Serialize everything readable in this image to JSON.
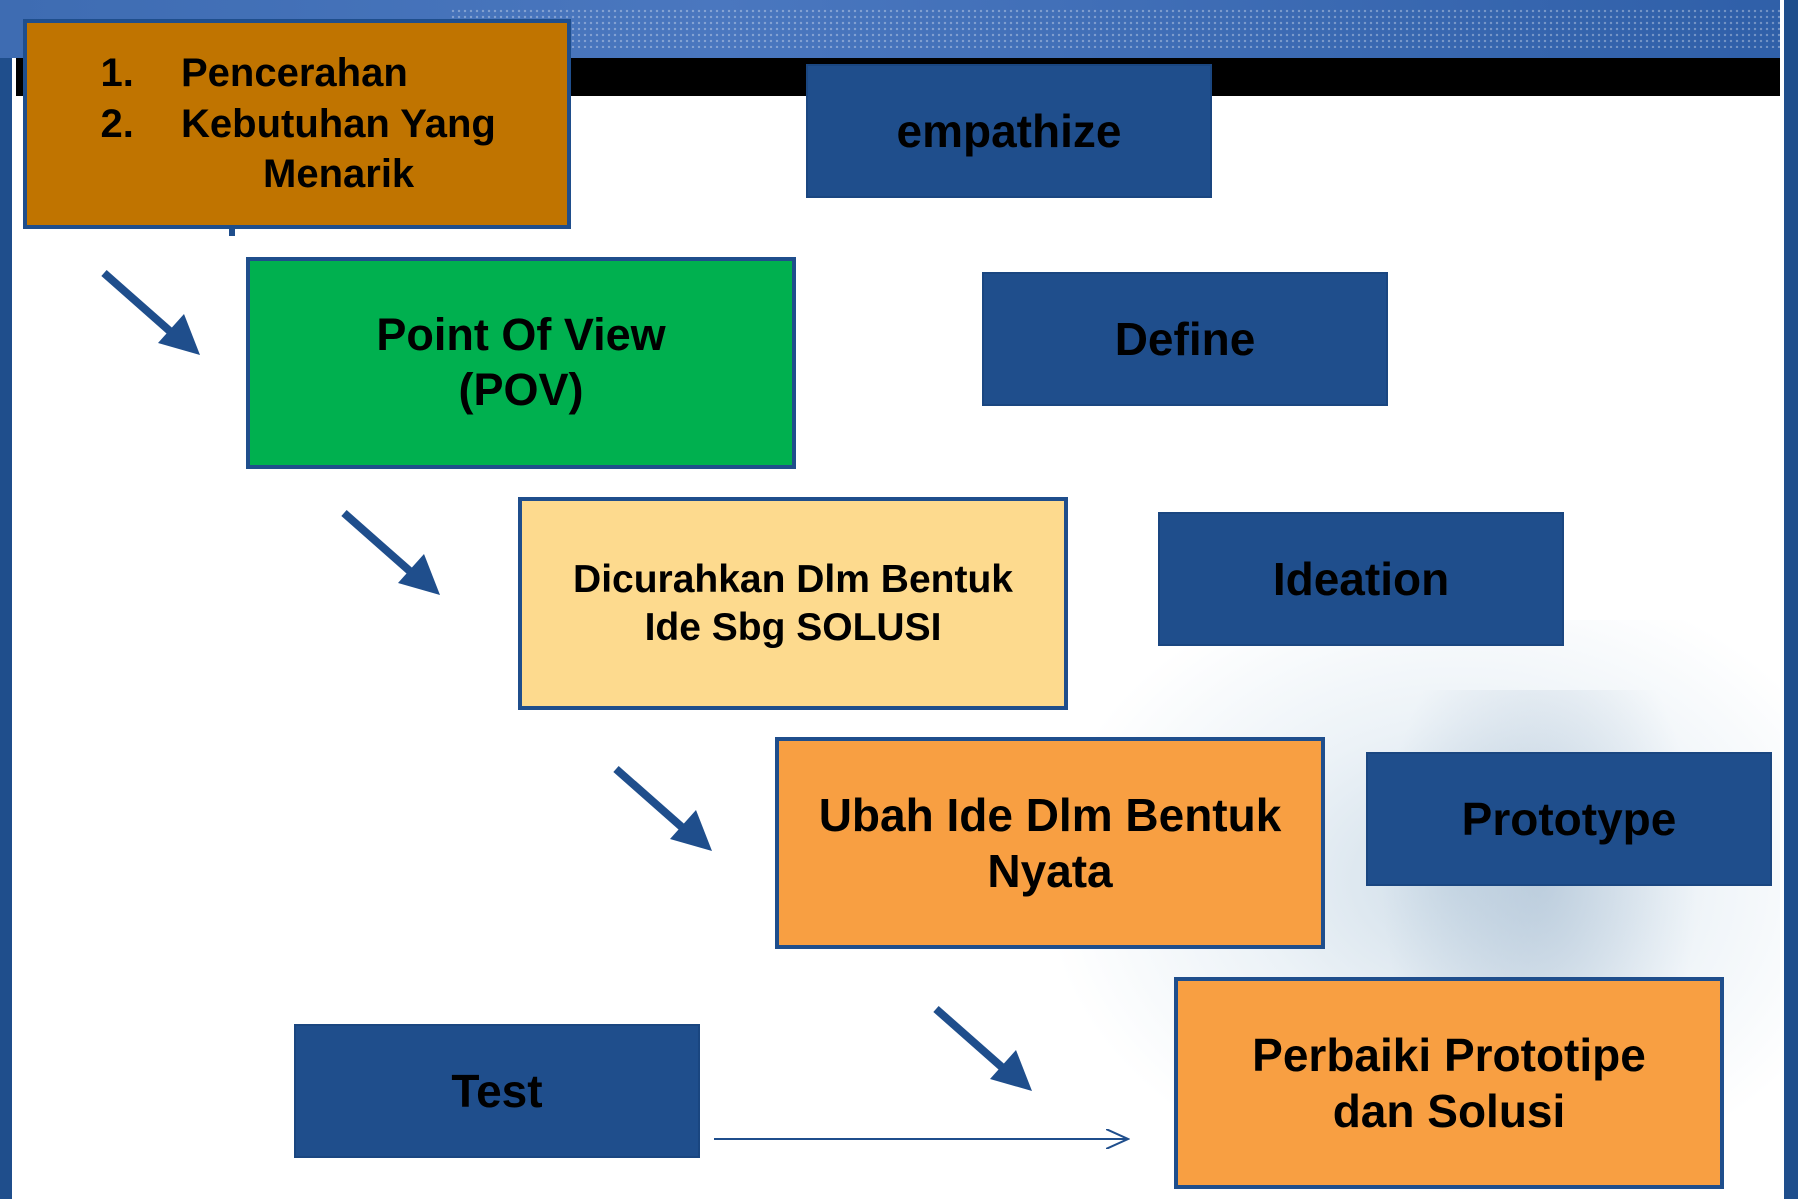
{
  "intro_box": {
    "items": [
      {
        "label": "Pencerahan"
      },
      {
        "label_line1": "Kebutuhan Yang",
        "label_line2": "Menarik"
      }
    ]
  },
  "process_boxes": {
    "pov": {
      "line1": "Point Of View",
      "line2": "(POV)"
    },
    "ideation": {
      "line1": "Dicurahkan Dlm Bentuk",
      "line2": "Ide Sbg SOLUSI"
    },
    "prototype": {
      "line1": "Ubah Ide Dlm Bentuk",
      "line2": "Nyata"
    },
    "test": {
      "line1": "Perbaiki Prototipe",
      "line2": "dan Solusi"
    }
  },
  "stages": {
    "empathize": "empathize",
    "define": "Define",
    "ideation": "Ideation",
    "prototype": "Prototype",
    "test": "Test"
  },
  "colors": {
    "stage_blue": "#1f4e8c",
    "intro_brown": "#c07400",
    "pov_green": "#00b04f",
    "idea_yellow": "#fdda8e",
    "proto_orange": "#f89f42"
  }
}
